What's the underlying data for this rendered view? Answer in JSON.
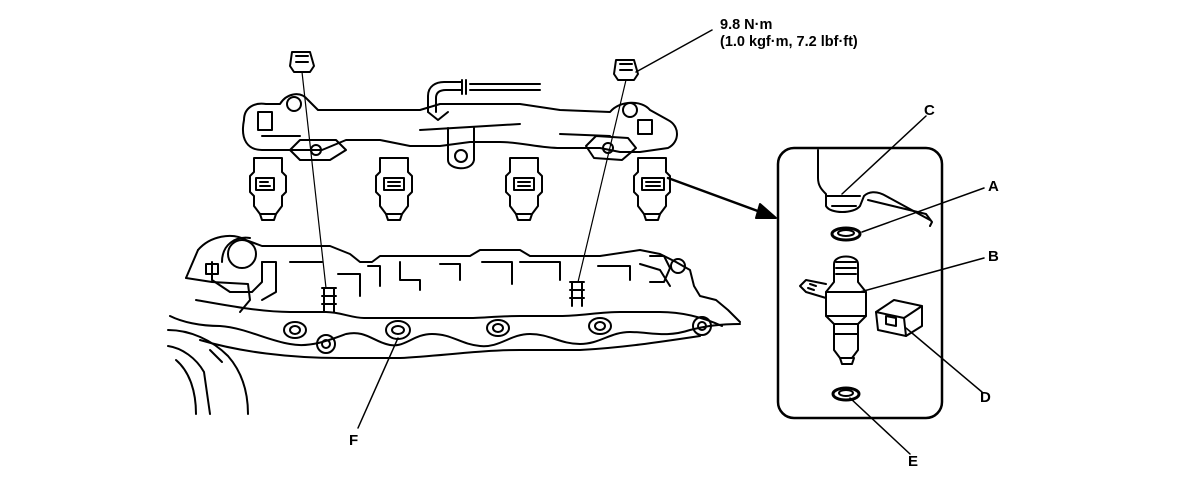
{
  "torque": {
    "value": "9.8 N·m",
    "detail": "(1.0 kgf·m, 7.2 lbf·ft)"
  },
  "callouts": {
    "a": "A",
    "b": "B",
    "c": "C",
    "d": "D",
    "e": "E",
    "f": "F"
  }
}
